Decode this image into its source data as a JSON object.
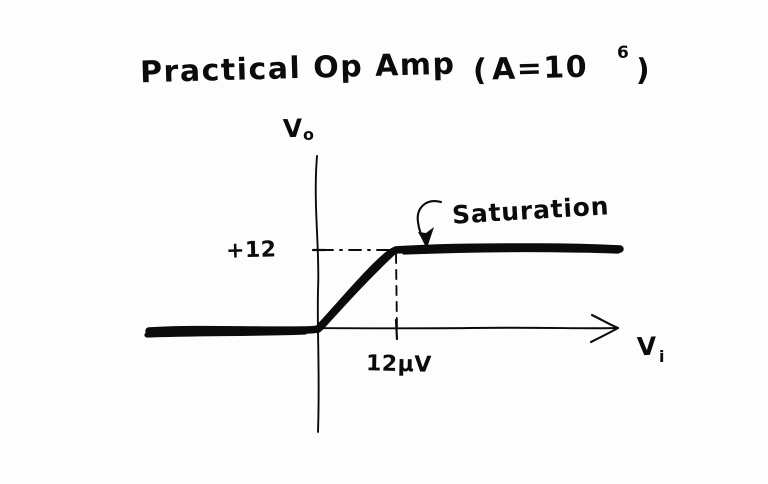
{
  "figure": {
    "title_main": "Practical  Op  Amp",
    "title_paren_open": "(",
    "title_gain_label": "A=10",
    "title_gain_exponent": "6",
    "title_paren_close": ")",
    "background_color": "#fdfdfd",
    "ink_color": "#0b0b0b",
    "medium": "hand-drawn marker sketch"
  },
  "axes": {
    "y_label": "V",
    "y_label_sub": "o",
    "x_label": "V",
    "x_label_sub": "i",
    "y_tick_label": "+12",
    "x_tick_label": "12µV"
  },
  "annotations": {
    "saturation_label": "Saturation"
  },
  "chart_data": {
    "type": "line",
    "title": "Practical Op Amp (A=10⁶)",
    "subtitle": "",
    "xlabel": "Vi",
    "ylabel": "Vo",
    "description": "Hand-drawn op-amp transfer characteristic showing a flat negative-saturation region, a steep high-gain linear region through the origin, and a flat positive-saturation plateau at +12 V beginning at Vi = 12 microvolts.",
    "grid": false,
    "legend": false,
    "legend_position": "none",
    "xlim": [
      -18,
      36
    ],
    "ylim": [
      -12,
      20
    ],
    "x_unit": "µV",
    "y_unit": "V",
    "x_ticks": [
      12
    ],
    "x_tick_labels": [
      "12µV"
    ],
    "y_ticks": [
      12
    ],
    "y_tick_labels": [
      "+12"
    ],
    "open_loop_gain": 1000000,
    "saturation_voltage_positive": 12,
    "knee_x": 12,
    "knee_y": 12,
    "series": [
      {
        "name": "Vo vs Vi",
        "x": [
          -18,
          -12,
          -6,
          -0.4,
          0,
          4,
          8,
          12,
          18,
          24,
          30,
          35
        ],
        "values": [
          -0.3,
          -0.3,
          -0.3,
          -0.3,
          0,
          4,
          8,
          12,
          12.1,
          12.1,
          12.0,
          11.9
        ]
      }
    ],
    "annotations": [
      {
        "text": "Saturation",
        "x": 22,
        "y": 17.5,
        "arrow_to_x": 16,
        "arrow_to_y": 12.6,
        "arrow_style": "curved-hook"
      }
    ],
    "guide_lines": [
      {
        "type": "horizontal",
        "y": 12,
        "from_x": 0,
        "to_x": 12,
        "style": "dash-dot"
      },
      {
        "type": "vertical",
        "x": 12,
        "from_y": 0,
        "to_y": 12,
        "style": "dashed"
      }
    ]
  }
}
